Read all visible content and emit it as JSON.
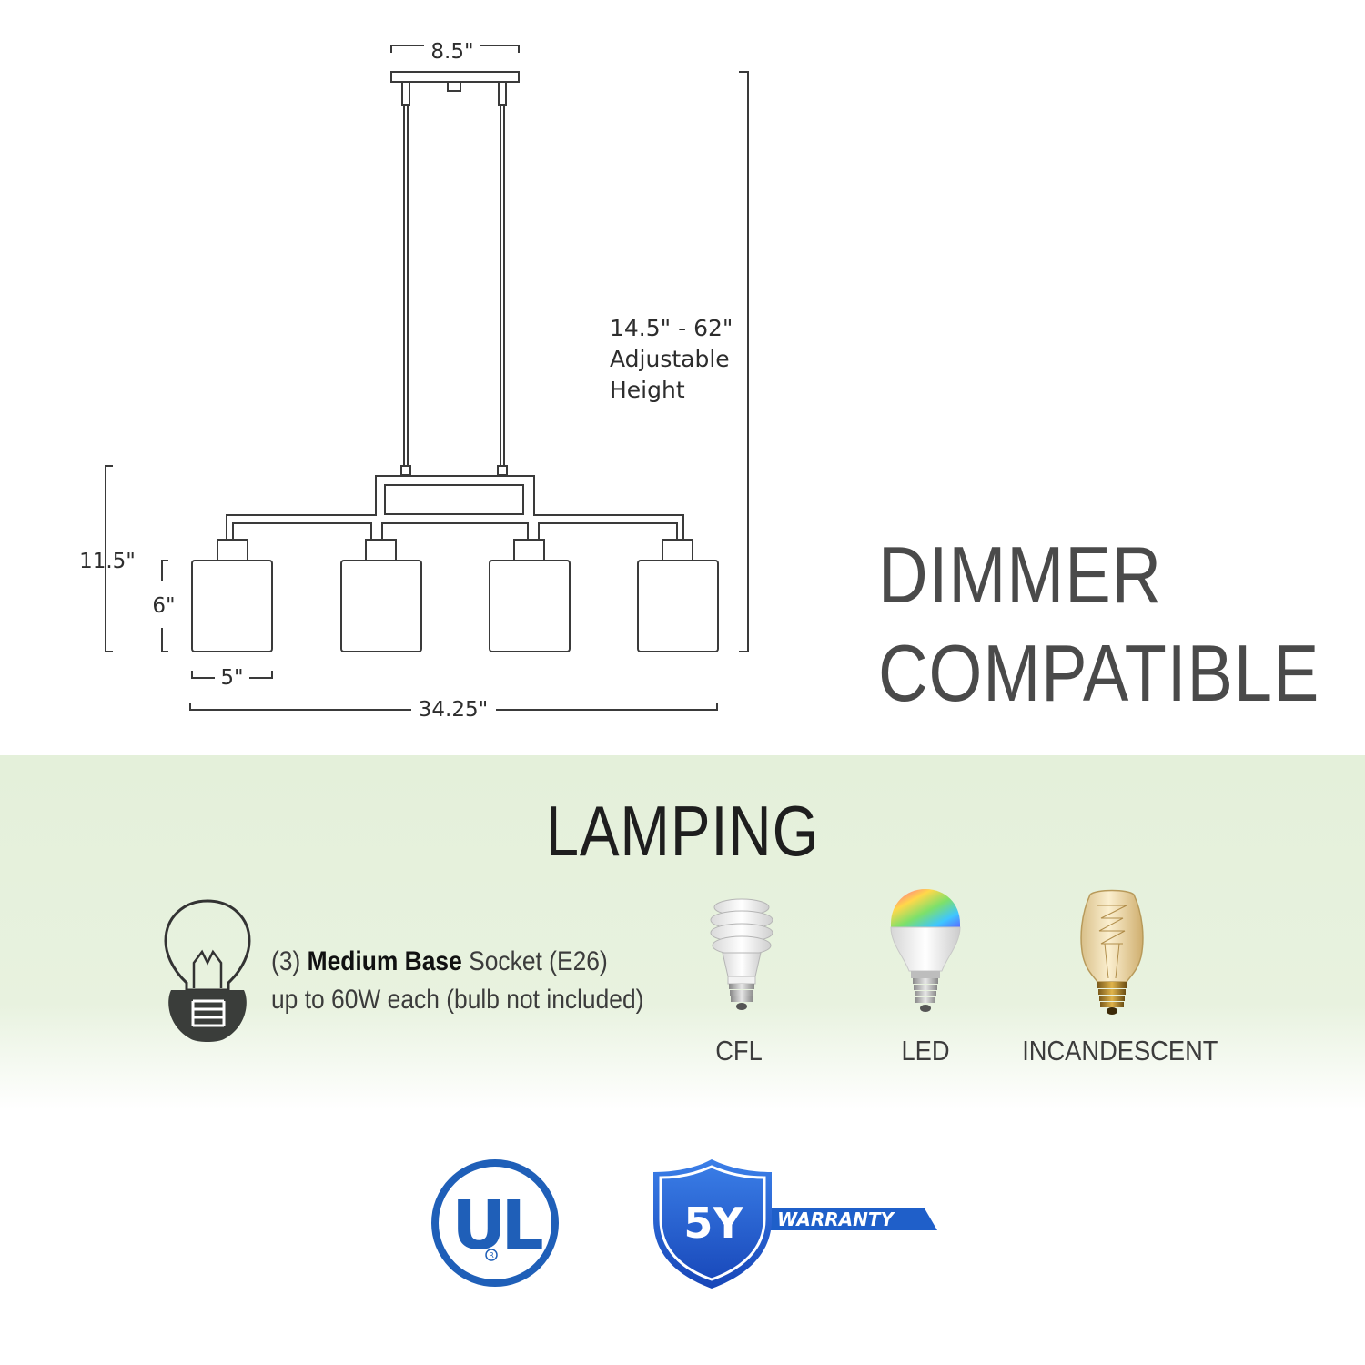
{
  "dimensions": {
    "canopy_width": "8.5\"",
    "height_range": "14.5\" - 62\"",
    "height_caption_1": "Adjustable",
    "height_caption_2": "Height",
    "body_height": "11.5\"",
    "shade_height": "6\"",
    "shade_width": "5\"",
    "overall_width": "34.25\""
  },
  "dimmer": {
    "line1": "DIMMER",
    "line2": "COMPATIBLE"
  },
  "lamping": {
    "title": "LAMPING",
    "socket_count": "(3)",
    "socket_bold": "Medium Base",
    "socket_rest": "Socket (E26)",
    "wattage_line": "up to 60W each (bulb not included)",
    "bulbs": [
      {
        "label": "CFL",
        "icon": "cfl-bulb-icon"
      },
      {
        "label": "LED",
        "icon": "led-bulb-icon"
      },
      {
        "label": "INCANDESCENT",
        "icon": "incandescent-bulb-icon"
      }
    ]
  },
  "badges": {
    "ul_letters": "UL",
    "warranty_years": "5Y",
    "warranty_text": "WARRANTY"
  },
  "colors": {
    "band_green": "#e6f1dc",
    "ul_blue": "#1f5fb8",
    "warranty_blue": "#1f5fc9",
    "line": "#3a3a3a"
  }
}
